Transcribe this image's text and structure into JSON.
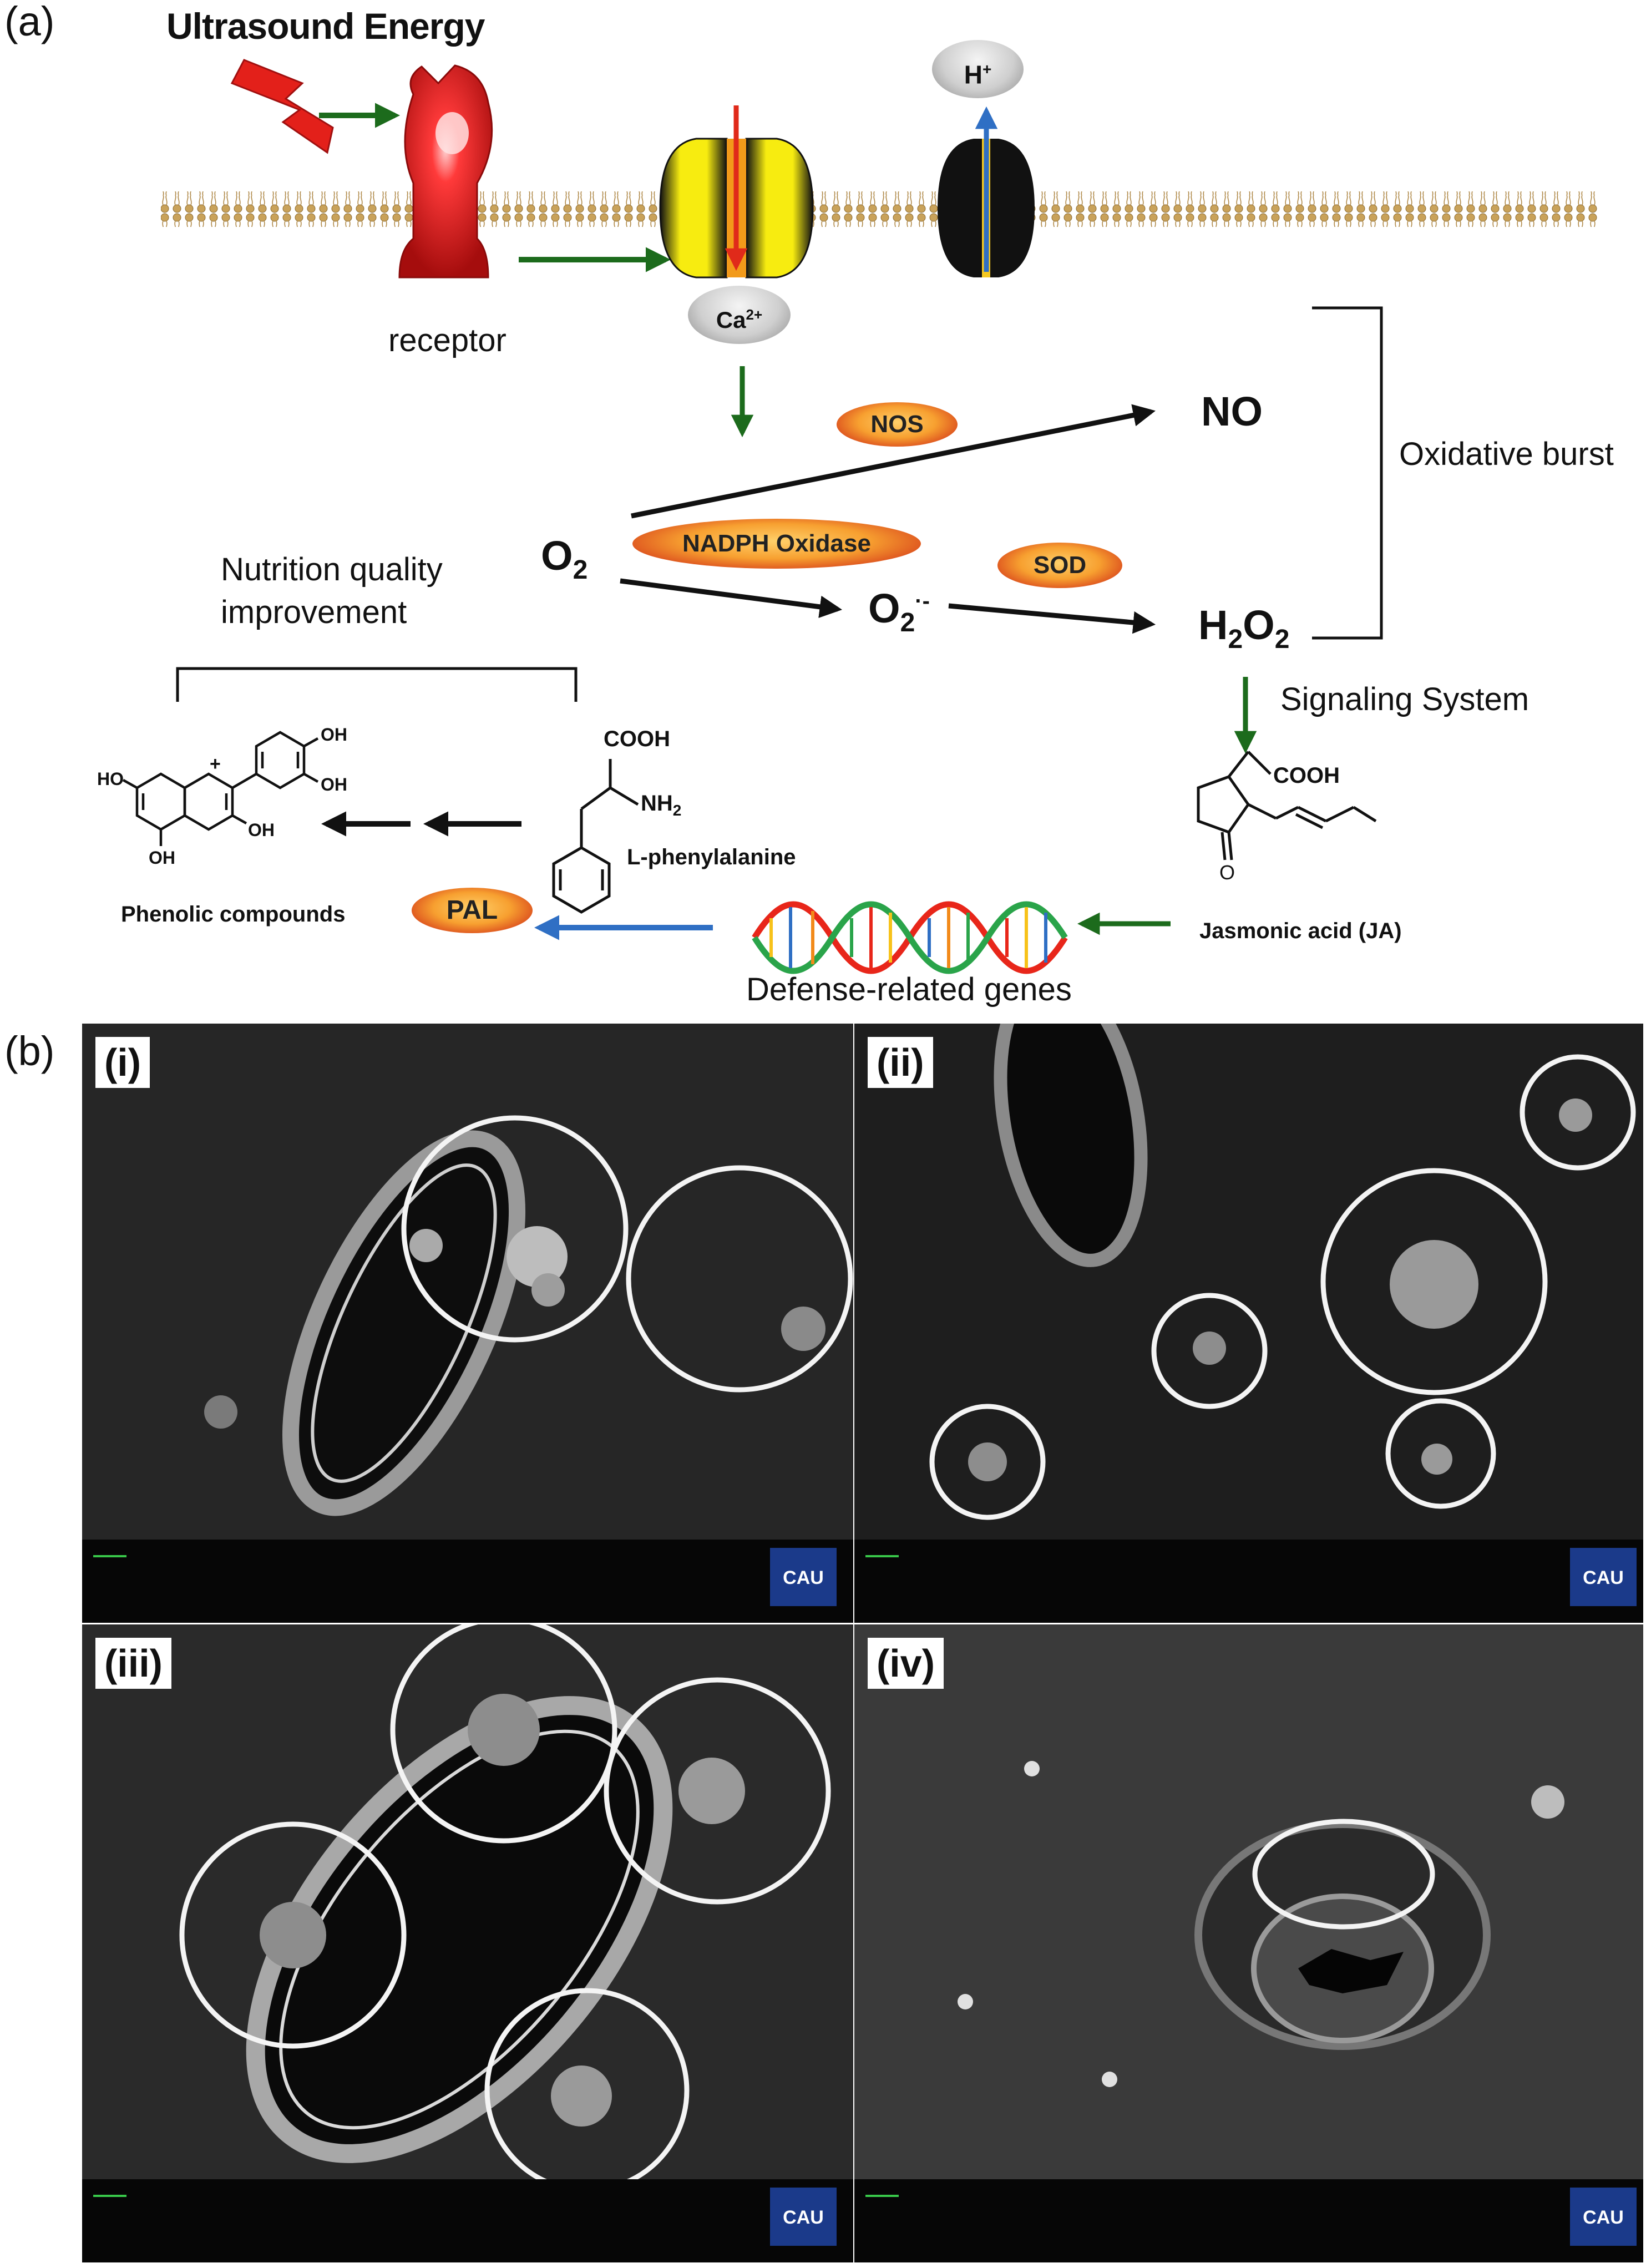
{
  "panel_a": {
    "letter": "(a)",
    "title": "Ultrasound Energy",
    "receptor": "receptor",
    "h_ion": "H",
    "h_sup": "+",
    "ca_ion": "Ca",
    "ca_sup": "2+",
    "no": "NO",
    "nos": "NOS",
    "oxidative_burst": "Oxidative burst",
    "o2": "O",
    "o2_sub": "2",
    "nadph": "NADPH Oxidase",
    "sod": "SOD",
    "superoxide": "O",
    "superoxide_sub": "2",
    "superoxide_sup": "·-",
    "h2o2_h": "H",
    "h2o2_sub1": "2",
    "h2o2_o": "O",
    "h2o2_sub2": "2",
    "nutrition_line1": "Nutrition quality",
    "nutrition_line2": "improvement",
    "signaling": "Signaling System",
    "cooh_phe": "COOH",
    "nh2": "NH",
    "nh2_sub": "2",
    "phenylalanine": "L-phenylalanine",
    "phenolic": "Phenolic compounds",
    "pal": "PAL",
    "ja_cooh": "COOH",
    "ja_o": "O",
    "jasmonic": "Jasmonic acid (JA)",
    "defense": "Defense-related genes",
    "oh": "OH",
    "ho": "HO",
    "cation": "+"
  },
  "panel_b": {
    "letter": "(b)",
    "tiles": [
      {
        "tag": "(i)",
        "badge": "CAU"
      },
      {
        "tag": "(ii)",
        "badge": "CAU"
      },
      {
        "tag": "(iii)",
        "badge": "CAU"
      },
      {
        "tag": "(iv)",
        "badge": "CAU"
      }
    ]
  },
  "colors": {
    "green_arrow": "#1c6b1c",
    "blue_arrow": "#2f6fc4",
    "red_arrow": "#e02a1a",
    "enzyme": "#e8701e",
    "receptor": "#cf1b1b",
    "channel_yellow": "#f2e600"
  }
}
